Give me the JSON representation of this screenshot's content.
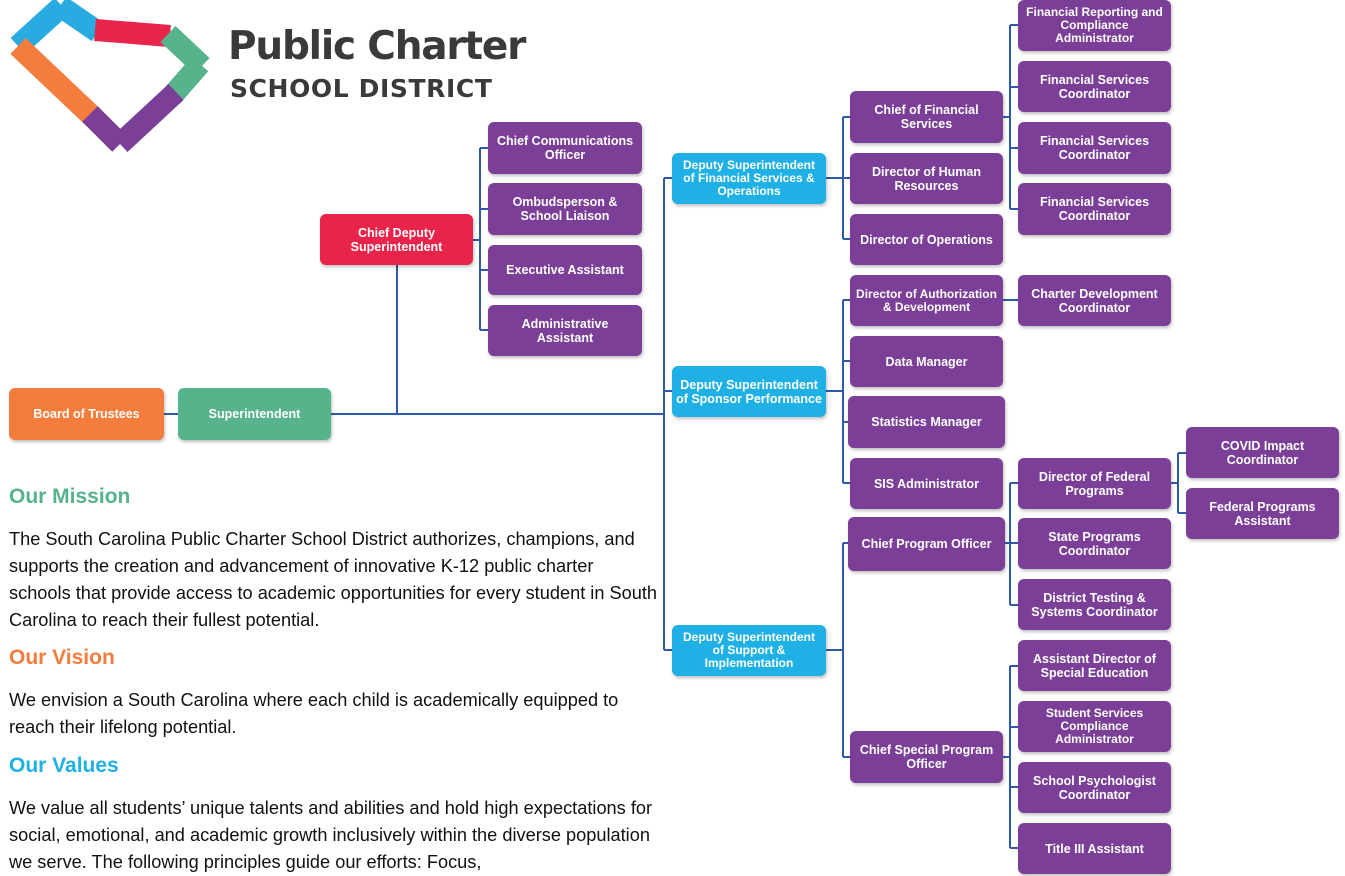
{
  "colors": {
    "red": "#e8244a",
    "orange": "#f47c3c",
    "green": "#56b38c",
    "blue": "#1fb1e6",
    "purple": "#7b3f98",
    "connector": "#2e5aa8",
    "logo_blue": "#29abe2",
    "logo_text": "#3a3a3a"
  },
  "logo": {
    "title": "Public Charter",
    "subtitle": "SCHOOL DISTRICT"
  },
  "org_chart": {
    "board": "Board of Trustees",
    "superintendent": "Superintendent",
    "chief_deputy": "Chief Deputy Superintendent",
    "chief_deputy_reports": [
      "Chief Communications Officer",
      "Ombudsperson & School Liaison",
      "Executive Assistant",
      "Administrative Assistant"
    ],
    "deputies": {
      "financial": "Deputy Superintendent of Financial Services & Operations",
      "sponsor": "Deputy Superintendent of Sponsor Performance",
      "support": "Deputy Superintendent of Support & Implementation"
    },
    "financial_reports": {
      "cfo": "Chief of Financial Services",
      "hr": "Director of Human Resources",
      "ops": "Director of Operations"
    },
    "cfo_reports": [
      "Financial Reporting and Compliance Administrator",
      "Financial Services Coordinator",
      "Financial Services Coordinator",
      "Financial Services Coordinator"
    ],
    "sponsor_reports": {
      "authorization": "Director of Authorization & Development",
      "data": "Data Manager",
      "statistics": "Statistics Manager",
      "sis": "SIS Administrator"
    },
    "charter_dev": "Charter Development Coordinator",
    "support_reports": {
      "program": "Chief Program Officer",
      "special": "Chief Special Program Officer"
    },
    "program_reports": {
      "federal": "Director of Federal Programs",
      "state": "State Programs Coordinator",
      "testing": "District Testing & Systems Coordinator"
    },
    "federal_reports": [
      "COVID Impact Coordinator",
      "Federal Programs Assistant"
    ],
    "special_reports": [
      "Assistant Director of Special Education",
      "Student Services Compliance Administrator",
      "School Psychologist Coordinator",
      "Title III Assistant"
    ]
  },
  "mission": {
    "heading": "Our Mission",
    "text": "The South Carolina Public Charter School District authorizes, champions, and supports the creation and advancement of innovative K-12 public charter schools that provide access to academic opportunities for every student in South Carolina to reach their fullest potential."
  },
  "vision": {
    "heading": "Our Vision",
    "text": "We envision a South Carolina where each child is academically equipped to reach their lifelong potential."
  },
  "values": {
    "heading": "Our Values",
    "text": "We value all students’ unique talents and abilities and hold high expectations for social, emotional, and academic growth inclusively within the diverse population we serve. The following principles guide our efforts: Focus,"
  }
}
